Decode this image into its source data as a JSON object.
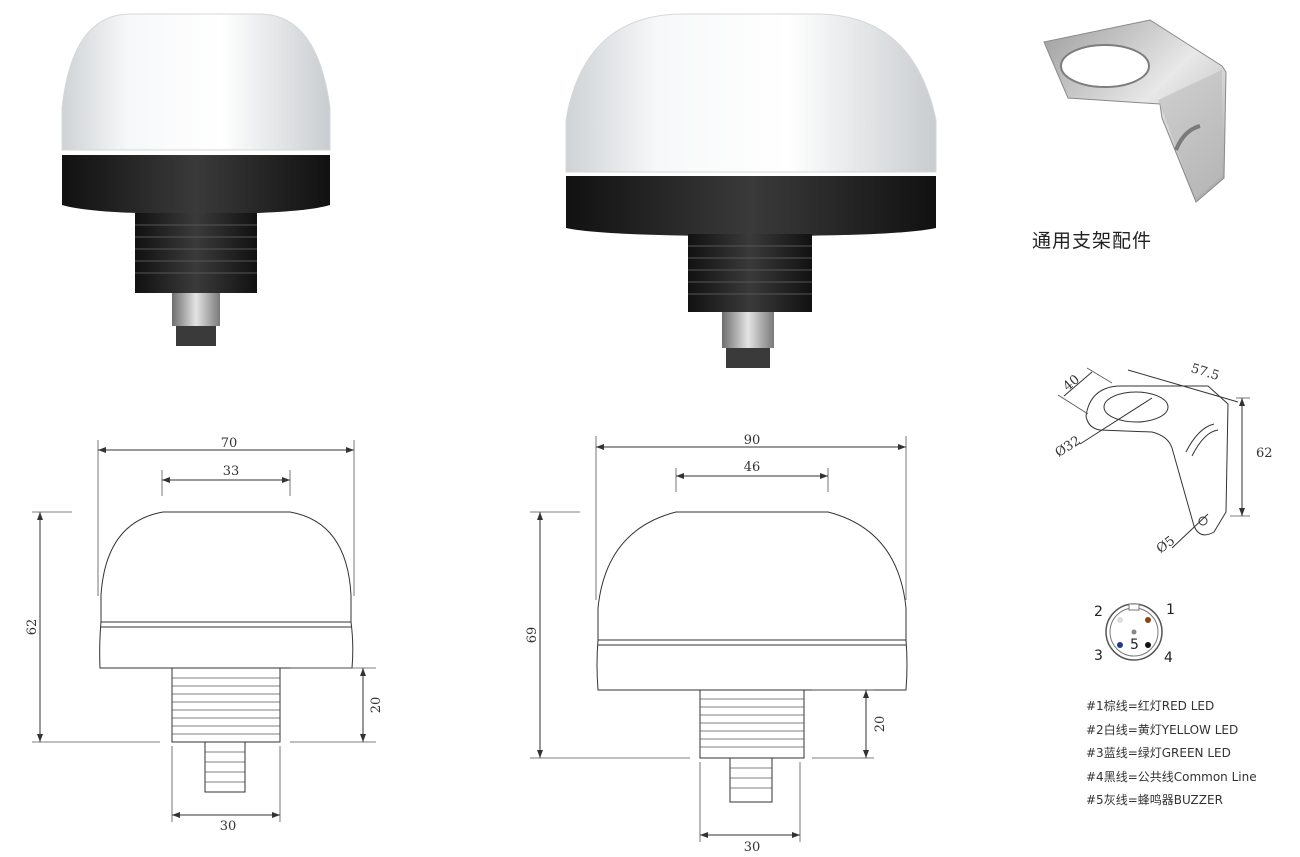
{
  "bracket": {
    "caption": "通用支架配件"
  },
  "bracket_drawing": {
    "dims": [
      "40",
      "57.5",
      "Ø32",
      "62",
      "Ø5"
    ]
  },
  "lamp_small": {
    "width": "70",
    "top": "33",
    "height": "62",
    "thread": "20",
    "base": "30"
  },
  "lamp_large": {
    "width": "90",
    "top": "46",
    "height": "69",
    "thread": "20",
    "base": "30"
  },
  "connector": {
    "pins": [
      "1",
      "2",
      "3",
      "4",
      "5"
    ],
    "pin_colors": {
      "1": "#8B4513",
      "2": "#dddddd",
      "3": "#1f3a93",
      "4": "#111111",
      "5": "#888888"
    }
  },
  "wiring": [
    "#1棕线=红灯RED LED",
    "#2白线=黄灯YELLOW LED",
    "#3蓝线=绿灯GREEN LED",
    "#4黑线=公共线Common Line",
    "#5灰线=蜂鸣器BUZZER"
  ]
}
